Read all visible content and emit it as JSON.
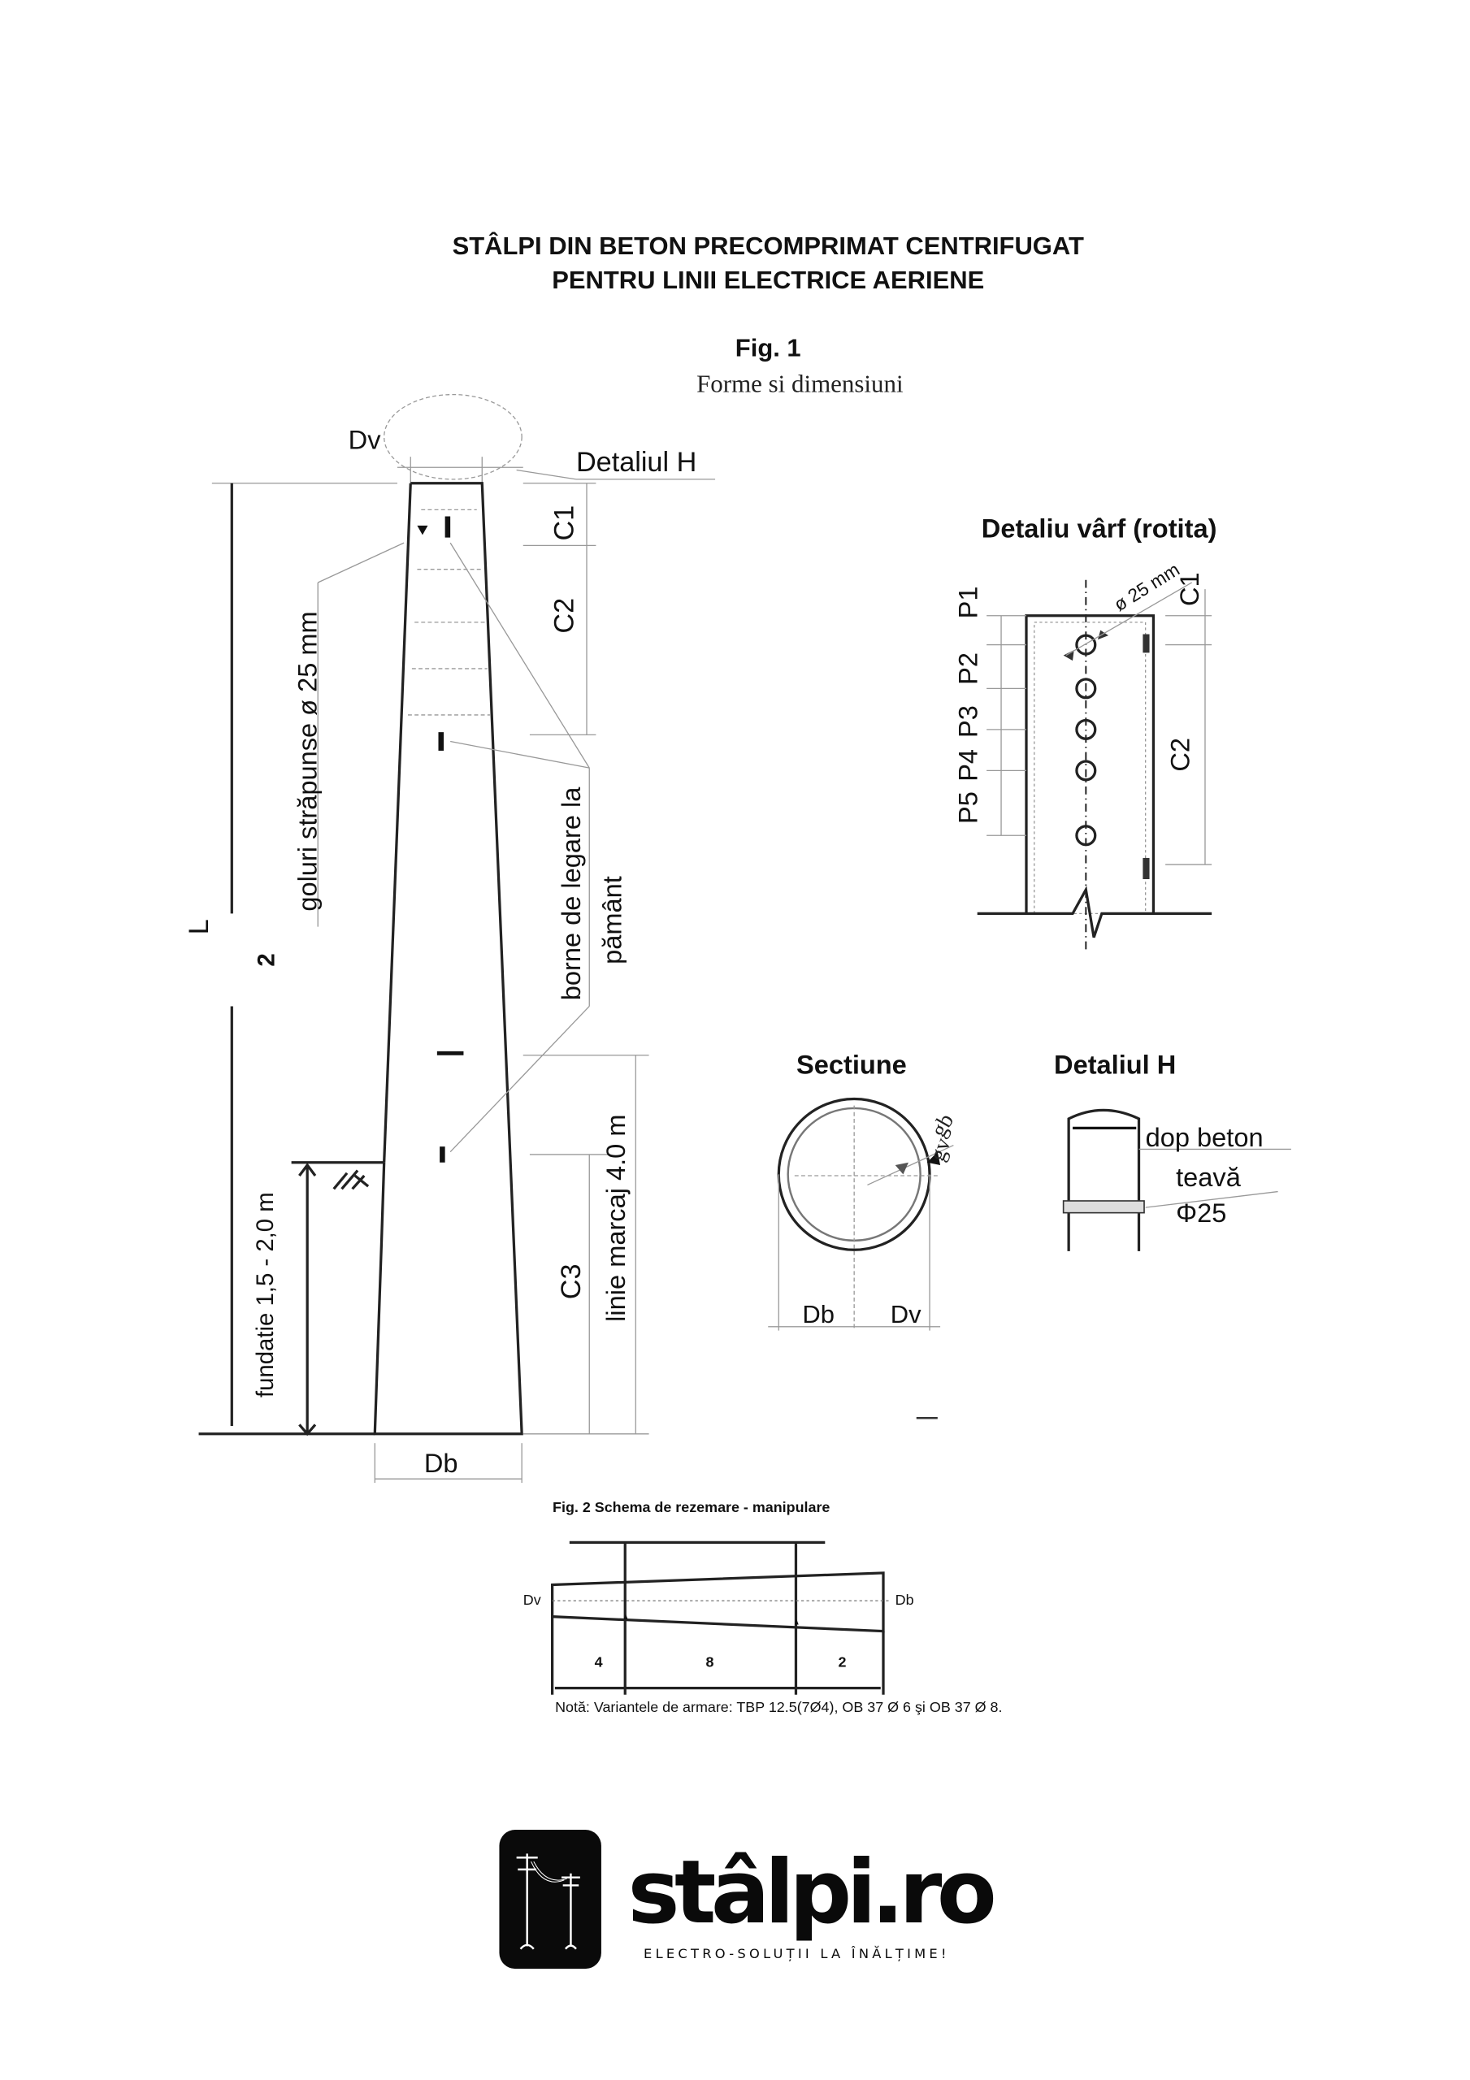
{
  "header": {
    "title_line1": "STÂLPI DIN BETON PRECOMPRIMAT CENTRIFUGAT",
    "title_line2": "PENTRU LINII ELECTRICE AERIENE"
  },
  "fig1": {
    "title": "Fig. 1",
    "subtitle": "Forme si dimensiuni",
    "labels": {
      "dv": "Dv",
      "detaliul_h": "Detaliul H",
      "c1": "C1",
      "c2": "C2",
      "c3": "C3",
      "l": "L",
      "two": "2",
      "goluri": "goluri străpunse  ø 25 mm",
      "borne": "borne de legare la",
      "pamant": "pământ",
      "linie_marcaj": "linie marcaj 4.0 m",
      "fundatie": "fundatie 1,5 - 2,0  m",
      "db": "Db"
    }
  },
  "detaliu_varf": {
    "title": "Detaliu vârf (rotita)",
    "hole_label": "ø 25 mm",
    "p_labels": [
      "P1",
      "P2",
      "P3",
      "P4",
      "P5"
    ],
    "c1": "C1",
    "c2": "C2"
  },
  "sectiune": {
    "title": "Sectiune",
    "gb": "gb",
    "gv": "gv",
    "db": "Db",
    "dv": "Dv"
  },
  "detaliul_h": {
    "title": "Detaliul H",
    "dop_beton": "dop beton",
    "teava": "teavă",
    "phi25": "Φ25"
  },
  "fig2": {
    "title": "Fig. 2  Schema de rezemare - manipulare",
    "dv": "Dv",
    "db": "Db",
    "dims": [
      "4",
      "8",
      "2"
    ],
    "note": "Notă: Variantele de armare: TBP 12.5(7Ø4), OB 37 Ø 6 şi OB 37 Ø 8."
  },
  "logo": {
    "brand": "stâlpi.ro",
    "tagline": "ELECTRO-SOLUȚII LA ÎNĂLȚIME!"
  }
}
